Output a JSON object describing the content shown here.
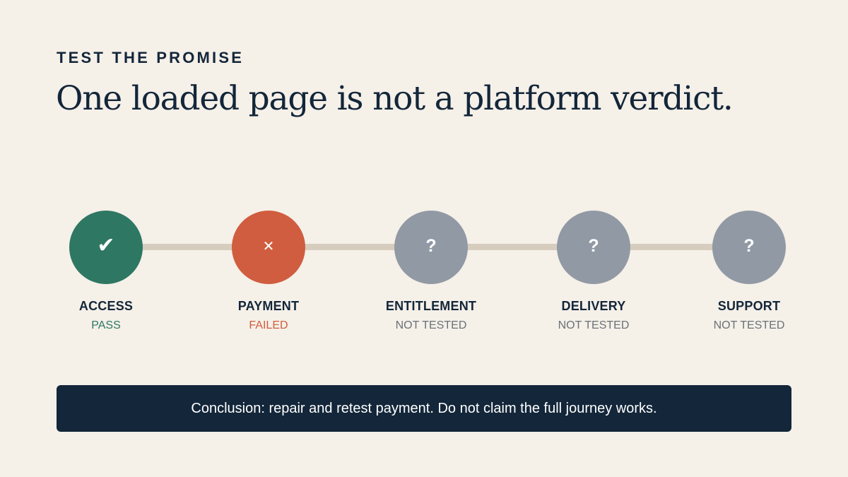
{
  "eyebrow": "TEST THE PROMISE",
  "headline": "One loaded page is not a platform verdict.",
  "stages": [
    {
      "label": "ACCESS",
      "status": "PASS",
      "icon": "check-icon",
      "glyph": "✔",
      "circle_color": "#2e7763",
      "status_color": "#2e7763"
    },
    {
      "label": "PAYMENT",
      "status": "FAILED",
      "icon": "x-icon",
      "glyph": "✕",
      "circle_color": "#d05d3f",
      "status_color": "#d05d3f"
    },
    {
      "label": "ENTITLEMENT",
      "status": "NOT TESTED",
      "icon": "question-icon",
      "glyph": "?",
      "circle_color": "#9199a4",
      "status_color": "#6b7178"
    },
    {
      "label": "DELIVERY",
      "status": "NOT TESTED",
      "icon": "question-icon",
      "glyph": "?",
      "circle_color": "#9199a4",
      "status_color": "#6b7178"
    },
    {
      "label": "SUPPORT",
      "status": "NOT TESTED",
      "icon": "question-icon",
      "glyph": "?",
      "circle_color": "#9199a4",
      "status_color": "#6b7178"
    }
  ],
  "conclusion": "Conclusion: repair and retest payment. Do not claim the full journey works.",
  "colors": {
    "background": "#f5f0e8",
    "ink": "#13263a",
    "track": "#d6cdbf"
  }
}
